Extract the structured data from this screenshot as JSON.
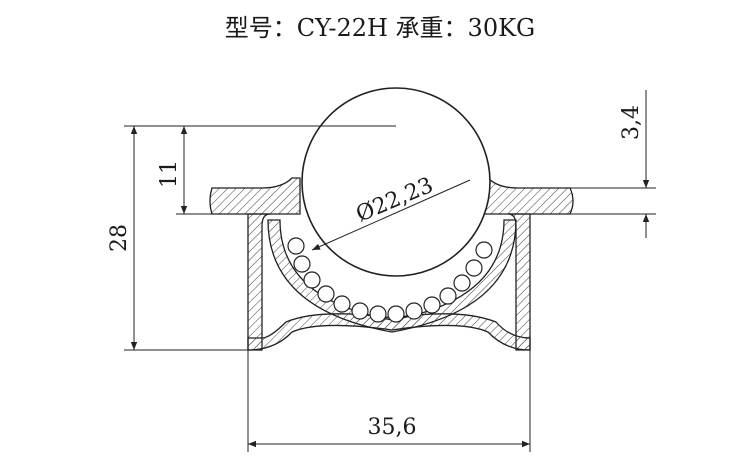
{
  "title": "型号：CY-22H 承重：30KG",
  "dimensions": {
    "ball_diameter": "Ø22,23",
    "overall_height": "28",
    "ball_protrusion": "11",
    "flange_thickness": "3,4",
    "body_width": "35,6"
  }
}
